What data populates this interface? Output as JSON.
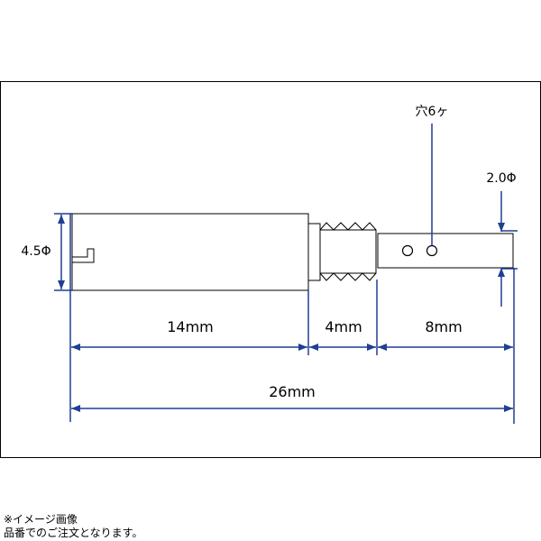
{
  "labels": {
    "diameter_body": "4.5Φ",
    "diameter_tip": "2.0Φ",
    "hole_count": "穴6ヶ",
    "len_body": "14mm",
    "len_thread": "4mm",
    "len_tip": "8mm",
    "len_total": "26mm"
  },
  "notes": {
    "line1": "※イメージ画像",
    "line2": "品番でのご注文となります。"
  },
  "colors": {
    "outline": "#000000",
    "dimension": "#1f3f93",
    "border": "#000000"
  }
}
